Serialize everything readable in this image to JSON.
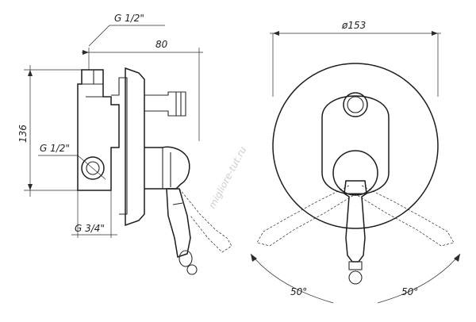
{
  "dimensions": {
    "top_thread": "G 1/2\"",
    "depth": "80",
    "height": "136",
    "side_thread": "G 1/2\"",
    "bottom_thread": "G 3/4\"",
    "diameter": "ø153",
    "angle_left": "50°",
    "angle_right": "50°"
  },
  "watermark": "migliore-tut.ru"
}
